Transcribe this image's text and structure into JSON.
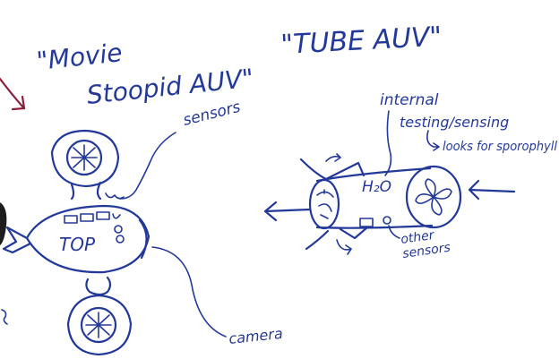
{
  "colors": {
    "ink": "#23399a",
    "accent_arrow": "#8a1f3c",
    "background": "#ffffff"
  },
  "left_diagram": {
    "title_line1": "\"Movie",
    "title_line2": "Stoopid AUV\"",
    "hull_label": "TOP",
    "sensors_label": "sensors",
    "camera_label": "camera"
  },
  "right_diagram": {
    "title": "\"TUBE AUV\"",
    "internal_line1": "internal",
    "internal_line2": "testing/sensing",
    "looks_for_label": "looks for sporophyll",
    "water_label": "H₂O",
    "other_sensors_line1": "other",
    "other_sensors_line2": "sensors"
  }
}
